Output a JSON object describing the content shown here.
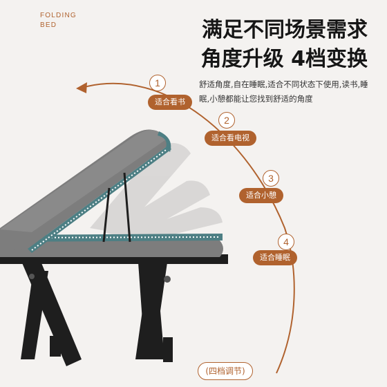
{
  "brand": {
    "line1": "FOLDING",
    "line2": "BED"
  },
  "headline": {
    "line1": "满足不同场景需求",
    "line2": "角度升级 4档变换"
  },
  "description": "舒适角度,自在睡眠,适合不同状态下使用,读书,睡眠,小憩都能让您找到舒适的角度",
  "positions": [
    {
      "number": "1",
      "label": "适合看书"
    },
    {
      "number": "2",
      "label": "适合看电视"
    },
    {
      "number": "3",
      "label": "适合小憩"
    },
    {
      "number": "4",
      "label": "适合睡眠"
    }
  ],
  "footer": {
    "label": "(四档调节)"
  },
  "colors": {
    "accent": "#b0622e",
    "fabric": "#7d7d7d",
    "trim": "#4d7f84",
    "frame": "#1e1e1e",
    "background": "#f4f2f0"
  }
}
